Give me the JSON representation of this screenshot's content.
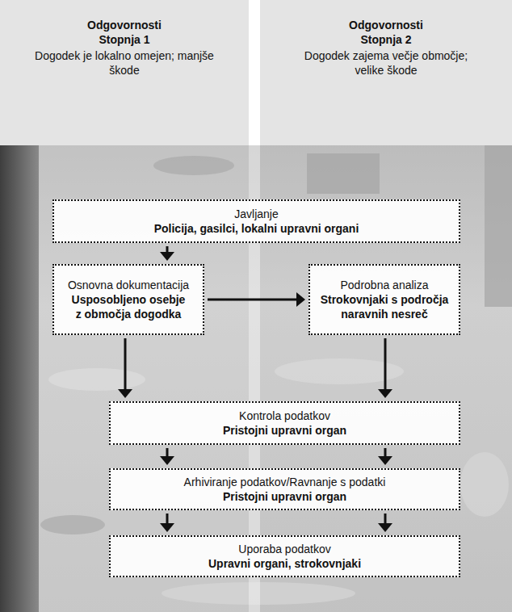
{
  "diagram": {
    "nodes": [
      {
        "text": [
          "Odgovornosti Stopnja 1",
          "Dogodek je lokalno omejen; manjše škode"
        ]
      },
      {
        "text": [
          "Odgovornosti Stopnja 2",
          "Dogodek zajema večje območje; velike škode"
        ]
      },
      {
        "text": [
          "Javljanje",
          "Policija, gasilci, lokalni upravni organi"
        ]
      },
      {
        "text": [
          "Osnovna dokumentacija",
          "Usposobljeno osebje z območja dogodka"
        ]
      },
      {
        "text": [
          "Podrobna analiza",
          "Strokovnjaki s področja naravnih nesreč"
        ]
      },
      {
        "text": [
          "Kontrola podatkov",
          "Pristojni upravni organ"
        ]
      },
      {
        "text": [
          "Arhiviranje podatkov/Ravnanje s podatki",
          "Pristojni upravni organ"
        ]
      },
      {
        "text": [
          "Uporaba podatkov",
          "Upravni organi, strokovnjaki"
        ]
      }
    ],
    "edges": [
      {
        "from": 2,
        "to": 3,
        "arrow": "to"
      },
      {
        "from": 3,
        "to": 4,
        "arrow": "to"
      },
      {
        "from": 3,
        "to": 5,
        "arrow": "to"
      },
      {
        "from": 4,
        "to": 5,
        "arrow": "to"
      },
      {
        "from": 5,
        "to": 6,
        "arrow": "to"
      },
      {
        "from": 5,
        "to": 6,
        "arrow": "to"
      },
      {
        "from": 6,
        "to": 7,
        "arrow": "to"
      },
      {
        "from": 6,
        "to": 7,
        "arrow": "to"
      }
    ]
  }
}
